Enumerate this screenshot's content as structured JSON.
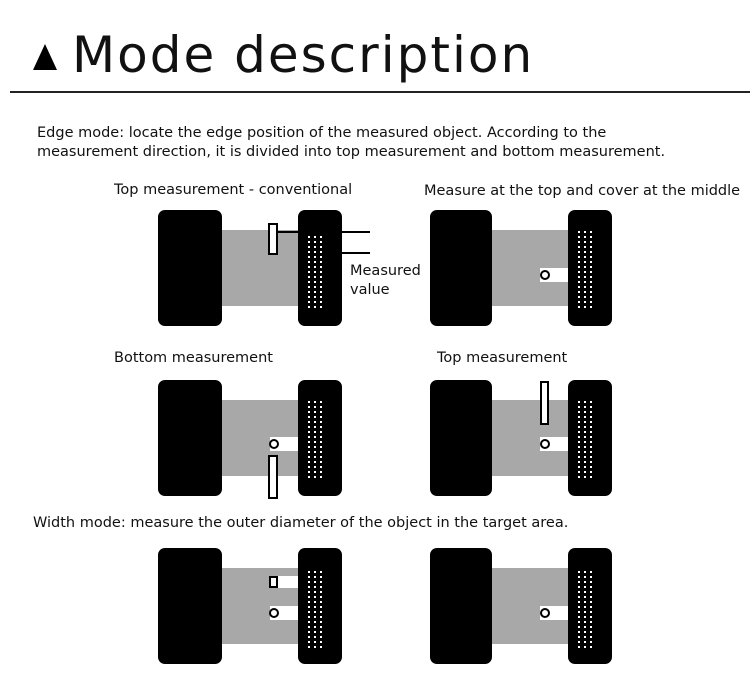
{
  "header": {
    "title": "Mode description"
  },
  "edge_mode": {
    "description_line1": "Edge mode: locate the edge position of the measured object. According to the",
    "description_line2": "measurement direction, it is divided into top measurement and bottom measurement."
  },
  "panels": {
    "top_conventional": "Top measurement - conventional",
    "top_cover_middle": "Measure at the top and cover at the middle",
    "bottom": "Bottom measurement",
    "top": "Top measurement"
  },
  "measured_value": {
    "line1": "Measured",
    "line2": "value"
  },
  "width_mode": {
    "description": "Width mode: measure the outer diameter of the object in the target area."
  },
  "colors": {
    "block": "#000000",
    "band": "#a8a8a8",
    "background": "#ffffff"
  }
}
